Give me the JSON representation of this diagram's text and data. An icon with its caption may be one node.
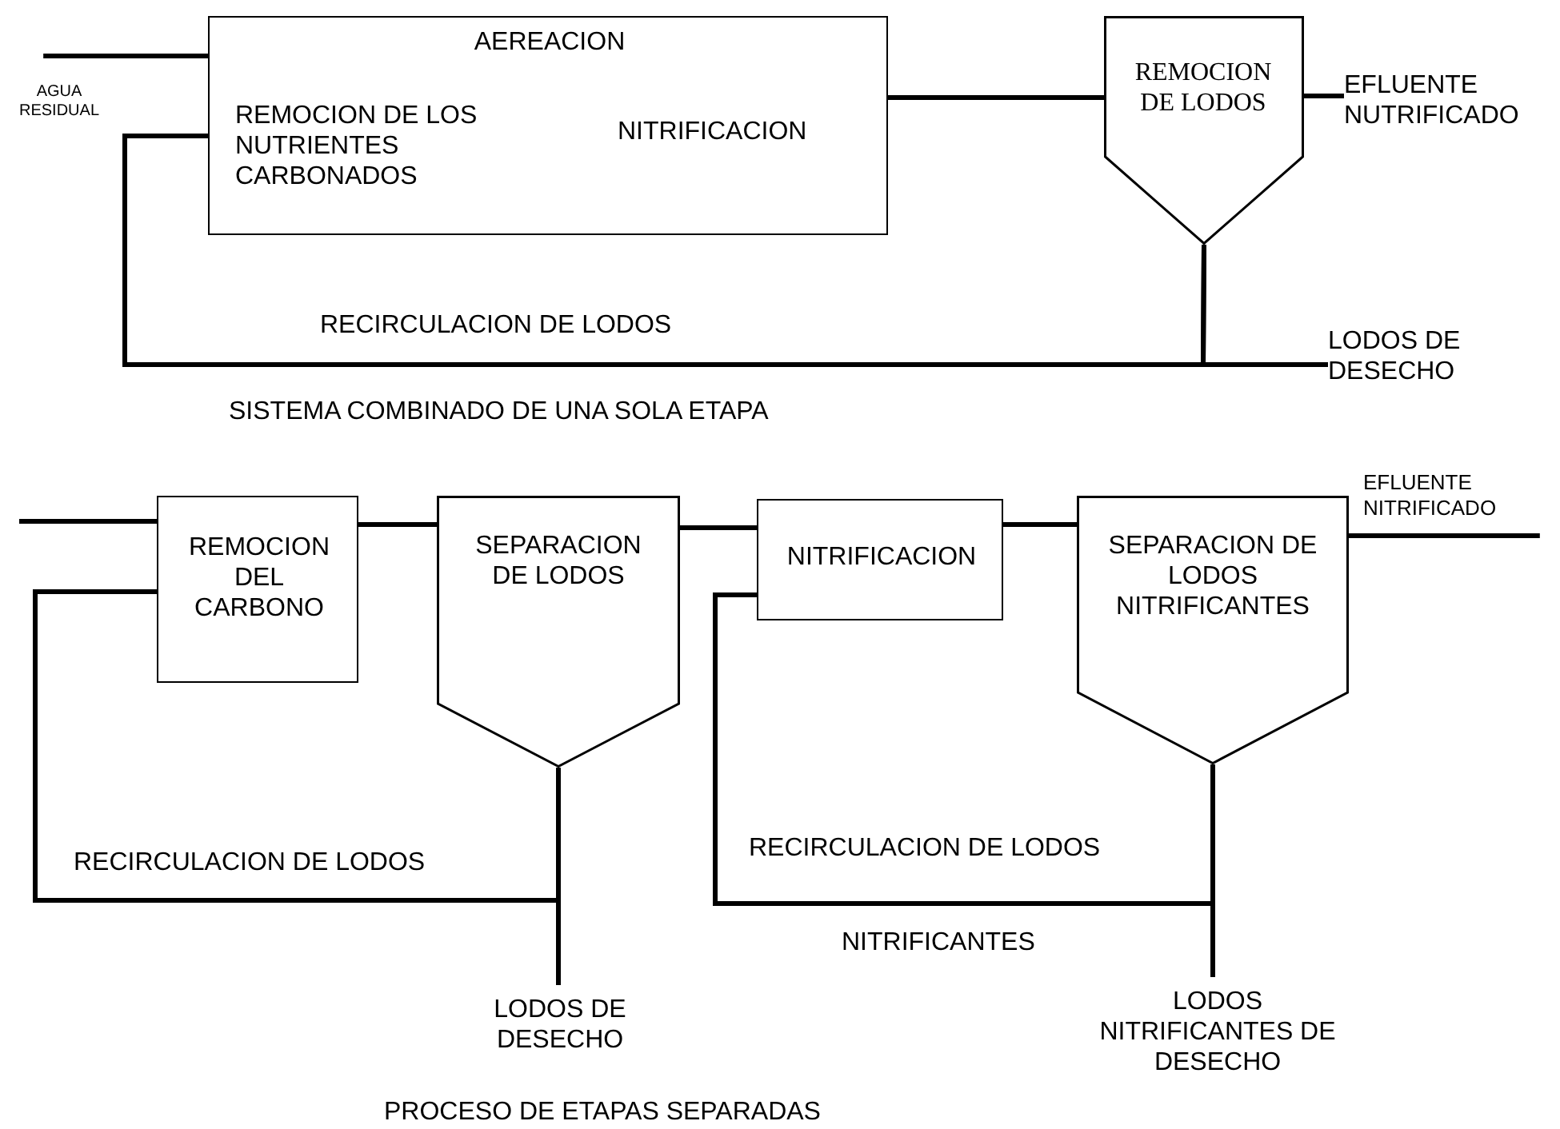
{
  "diagram": {
    "nodes": [
      {
        "text": [
          "AGUA RESIDUAL"
        ]
      },
      {
        "text": [
          "AEREACION",
          "REMOCION DE LOS NUTRIENTES CARBONADOS",
          "NITRIFICACION"
        ]
      },
      {
        "text": [
          "REMOCION DE LODOS"
        ]
      },
      {
        "text": [
          "EFLUENTE NUTRIFICADO"
        ]
      },
      {
        "text": [
          "LODOS DE DESECHO"
        ]
      },
      {
        "text": [
          "REMOCION DEL CARBONO"
        ]
      },
      {
        "text": [
          "SEPARACION DE LODOS"
        ]
      },
      {
        "text": [
          "NITRIFICACION"
        ]
      },
      {
        "text": [
          "SEPARACION DE LODOS NITRIFICANTES"
        ]
      },
      {
        "text": [
          "EFLUENTE NITRIFICADO"
        ]
      },
      {
        "text": [
          "LODOS DE DESECHO"
        ]
      },
      {
        "text": [
          "LODOS NITRIFICANTES DE DESECHO"
        ]
      }
    ],
    "edges": [
      {
        "from": 0,
        "to": 1,
        "arrow": "none"
      },
      {
        "from": 1,
        "to": 2,
        "arrow": "none"
      },
      {
        "from": 2,
        "to": 3,
        "arrow": "none"
      },
      {
        "from": 2,
        "to": 1,
        "arrow": "none",
        "label": "RECIRCULACION DE LODOS"
      },
      {
        "from": 2,
        "to": 4,
        "arrow": "none"
      },
      {
        "from": null,
        "to": 5,
        "arrow": "none"
      },
      {
        "from": 5,
        "to": 6,
        "arrow": "none"
      },
      {
        "from": 6,
        "to": 7,
        "arrow": "none"
      },
      {
        "from": 7,
        "to": 8,
        "arrow": "none"
      },
      {
        "from": 8,
        "to": 9,
        "arrow": "none"
      },
      {
        "from": 6,
        "to": 5,
        "arrow": "none",
        "label": "RECIRCULACION DE LODOS"
      },
      {
        "from": 6,
        "to": 10,
        "arrow": "none"
      },
      {
        "from": 8,
        "to": 7,
        "arrow": "none",
        "label": "RECIRCULACION DE LODOS"
      },
      {
        "from": 8,
        "to": 11,
        "arrow": "none"
      }
    ],
    "labels": [
      "SISTEMA COMBINADO DE UNA SOLA ETAPA",
      "NITRIFICANTES",
      "PROCESO DE ETAPAS SEPARADAS"
    ]
  }
}
